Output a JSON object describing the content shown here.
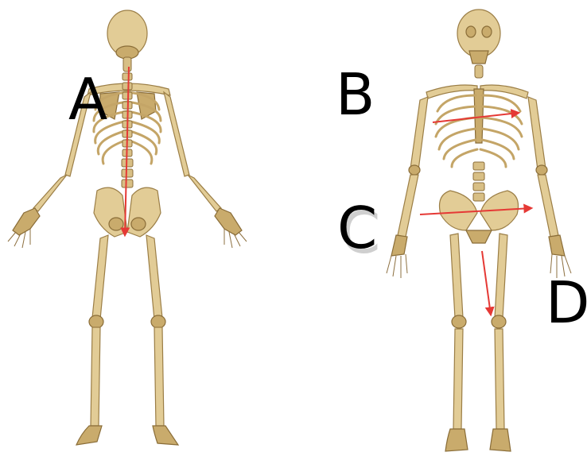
{
  "labels": {
    "a": "A",
    "b": "B",
    "c": "C",
    "d": "D"
  },
  "colors": {
    "arrow": "#e53935",
    "bone": "#e2cc96",
    "bone_outline": "#9b7e46",
    "background": "#ffffff"
  }
}
